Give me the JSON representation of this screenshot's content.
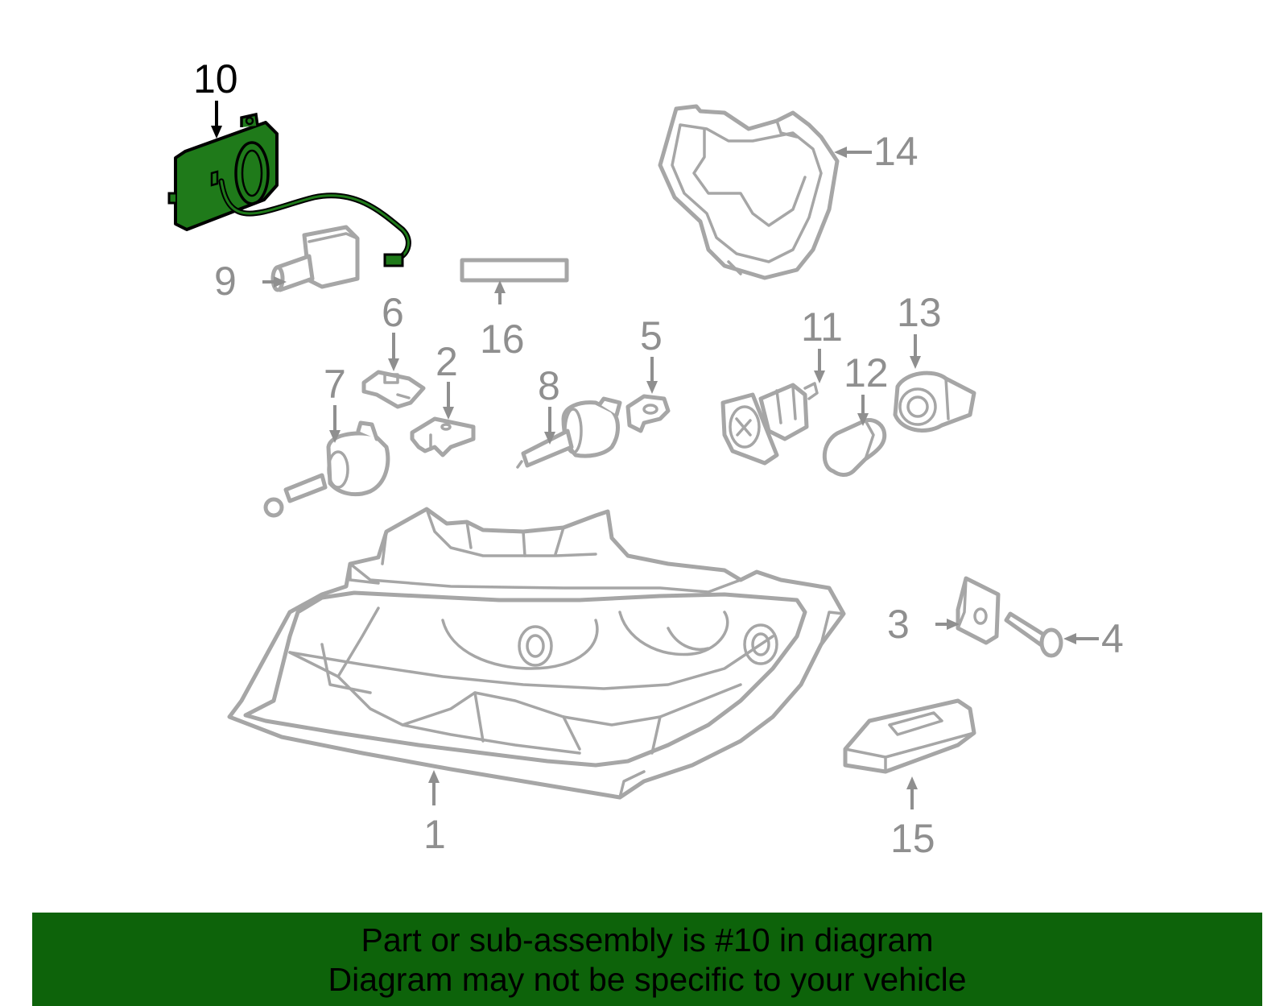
{
  "diagram": {
    "highlighted_part": "10",
    "highlight_color": "#1f7a1a",
    "part_color": "#a6a6a6",
    "callouts": {
      "c1": "1",
      "c2": "2",
      "c3": "3",
      "c4": "4",
      "c5": "5",
      "c6": "6",
      "c7": "7",
      "c8": "8",
      "c9": "9",
      "c10": "10",
      "c11": "11",
      "c12": "12",
      "c13": "13",
      "c14": "14",
      "c15": "15",
      "c16": "16"
    }
  },
  "banner": {
    "line1": "Part or sub-assembly is #10 in diagram",
    "line2": "Diagram may not be specific to your vehicle",
    "background": "#0d630a"
  }
}
